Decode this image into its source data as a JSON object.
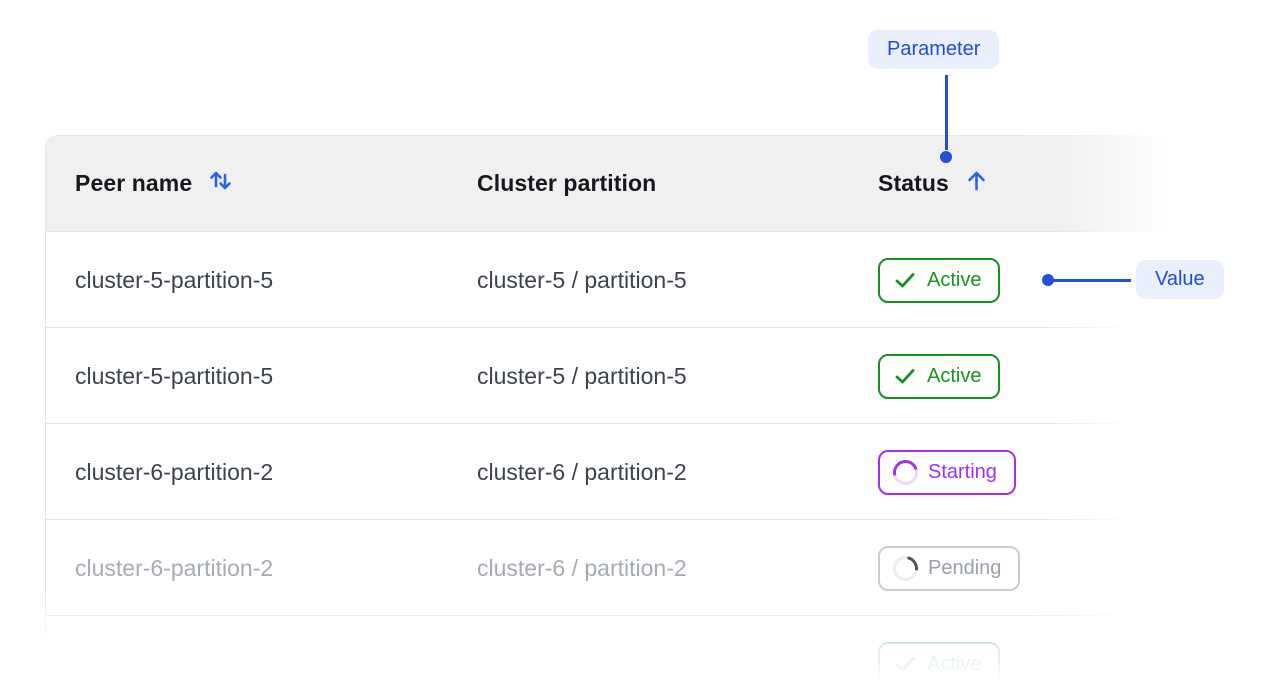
{
  "annotations": {
    "parameter": {
      "label": "Parameter"
    },
    "value": {
      "label": "Value"
    }
  },
  "colors": {
    "annotation_blue_text": "#1d4ed8",
    "annotation_pill_bg": "#e9effc",
    "connector_blue": "#2151d9",
    "sort_icon_blue": "#2563eb",
    "status_active_green": "#16921f",
    "status_starting_purple": "#a32ff2",
    "status_pending_gray": "#9aa0a9",
    "header_bg": "#f0f0f1"
  },
  "table": {
    "columns": [
      {
        "label": "Peer name",
        "sort_icon": "sort-both-icon"
      },
      {
        "label": "Cluster partition",
        "sort_icon": "none"
      },
      {
        "label": "Status",
        "sort_icon": "sort-asc-icon"
      }
    ],
    "rows": [
      {
        "peer_name": "cluster-5-partition-5",
        "cluster_partition": "cluster-5 / partition-5",
        "status": "Active"
      },
      {
        "peer_name": "cluster-5-partition-5",
        "cluster_partition": "cluster-5 / partition-5",
        "status": "Active"
      },
      {
        "peer_name": "cluster-6-partition-2",
        "cluster_partition": "cluster-6 / partition-2",
        "status": "Starting"
      },
      {
        "peer_name": "cluster-6-partition-2",
        "cluster_partition": "cluster-6 / partition-2",
        "status": "Pending",
        "dimmed": true
      },
      {
        "peer_name": "",
        "cluster_partition": "",
        "status": "Active",
        "partial": true
      }
    ]
  }
}
